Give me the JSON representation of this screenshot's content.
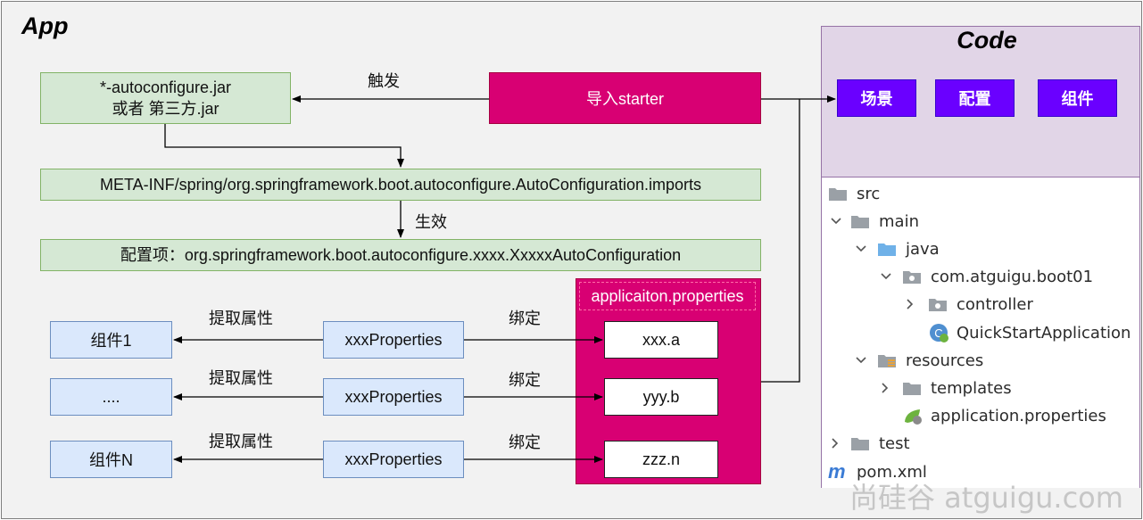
{
  "app_title": "App",
  "code_title": "Code",
  "trigger_label": "触发",
  "effect_label": "生效",
  "import_starter": "导入starter",
  "autoconfigure_jar": [
    "*-autoconfigure.jar",
    "或者 第三方.jar"
  ],
  "imports_file": "META-INF/spring/org.springframework.boot.autoconfigure.AutoConfiguration.imports",
  "config_item": "配置项：org.springframework.boot.autoconfigure.xxxx.XxxxxAutoConfiguration",
  "code_buttons": [
    "场景",
    "配置",
    "组件"
  ],
  "properties_panel": {
    "title": "applicaiton.properties",
    "keys": [
      "xxx.a",
      "yyy.b",
      "zzz.n"
    ]
  },
  "rows": [
    {
      "component": "组件1",
      "extract": "提取属性",
      "properties": "xxxProperties",
      "bind": "绑定"
    },
    {
      "component": "....",
      "extract": "提取属性",
      "properties": "xxxProperties",
      "bind": "绑定"
    },
    {
      "component": "组件N",
      "extract": "提取属性",
      "properties": "xxxProperties",
      "bind": "绑定"
    }
  ],
  "tree": [
    {
      "label": "src",
      "chevron": "none",
      "icon": "folder-grey"
    },
    {
      "label": "main",
      "chevron": "down",
      "icon": "folder-grey"
    },
    {
      "label": "java",
      "chevron": "down",
      "icon": "folder-blue"
    },
    {
      "label": "com.atguigu.boot01",
      "chevron": "down",
      "icon": "package"
    },
    {
      "label": "controller",
      "chevron": "right",
      "icon": "package"
    },
    {
      "label": "QuickStartApplication",
      "chevron": "none",
      "icon": "spring-class"
    },
    {
      "label": "resources",
      "chevron": "down",
      "icon": "folder-resources"
    },
    {
      "label": "templates",
      "chevron": "right",
      "icon": "folder-grey"
    },
    {
      "label": "application.properties",
      "chevron": "none",
      "icon": "spring-leaf"
    },
    {
      "label": "test",
      "chevron": "right",
      "icon": "folder-grey"
    },
    {
      "label": "pom.xml",
      "chevron": "none",
      "icon": "maven"
    }
  ],
  "watermark": "尚硅谷 atguigu.com",
  "colors": {
    "app_bg": "#f2f2f2",
    "green_fill": "#d5e8d4",
    "blue_fill": "#dae8fc",
    "magenta": "#d80073",
    "code_bg": "#e1d5e7",
    "purple_button": "#6a00ff"
  }
}
